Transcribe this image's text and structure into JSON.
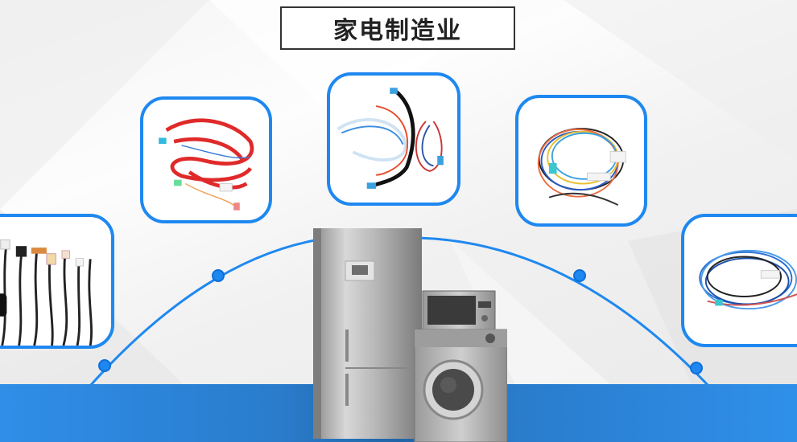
{
  "slide": {
    "title": "家电制造业",
    "colors": {
      "accent": "#1e88f0",
      "band_light": "#2f8ee8",
      "band_dark": "#1f65a6",
      "title_border": "#333333",
      "title_text": "#222222"
    }
  },
  "cards": [
    {
      "name": "harness-card-left",
      "description": "black multi-connector wire harnesses"
    },
    {
      "name": "harness-card-red",
      "description": "red sheathed wire harness"
    },
    {
      "name": "harness-card-center",
      "description": "white/red/blue wire harness with black sleeve"
    },
    {
      "name": "harness-card-colorful",
      "description": "multi-colour looped wire harness"
    },
    {
      "name": "harness-card-right",
      "description": "blue looped wire harness"
    }
  ],
  "center_image": {
    "description": "refrigerator, microwave and washing machine"
  }
}
